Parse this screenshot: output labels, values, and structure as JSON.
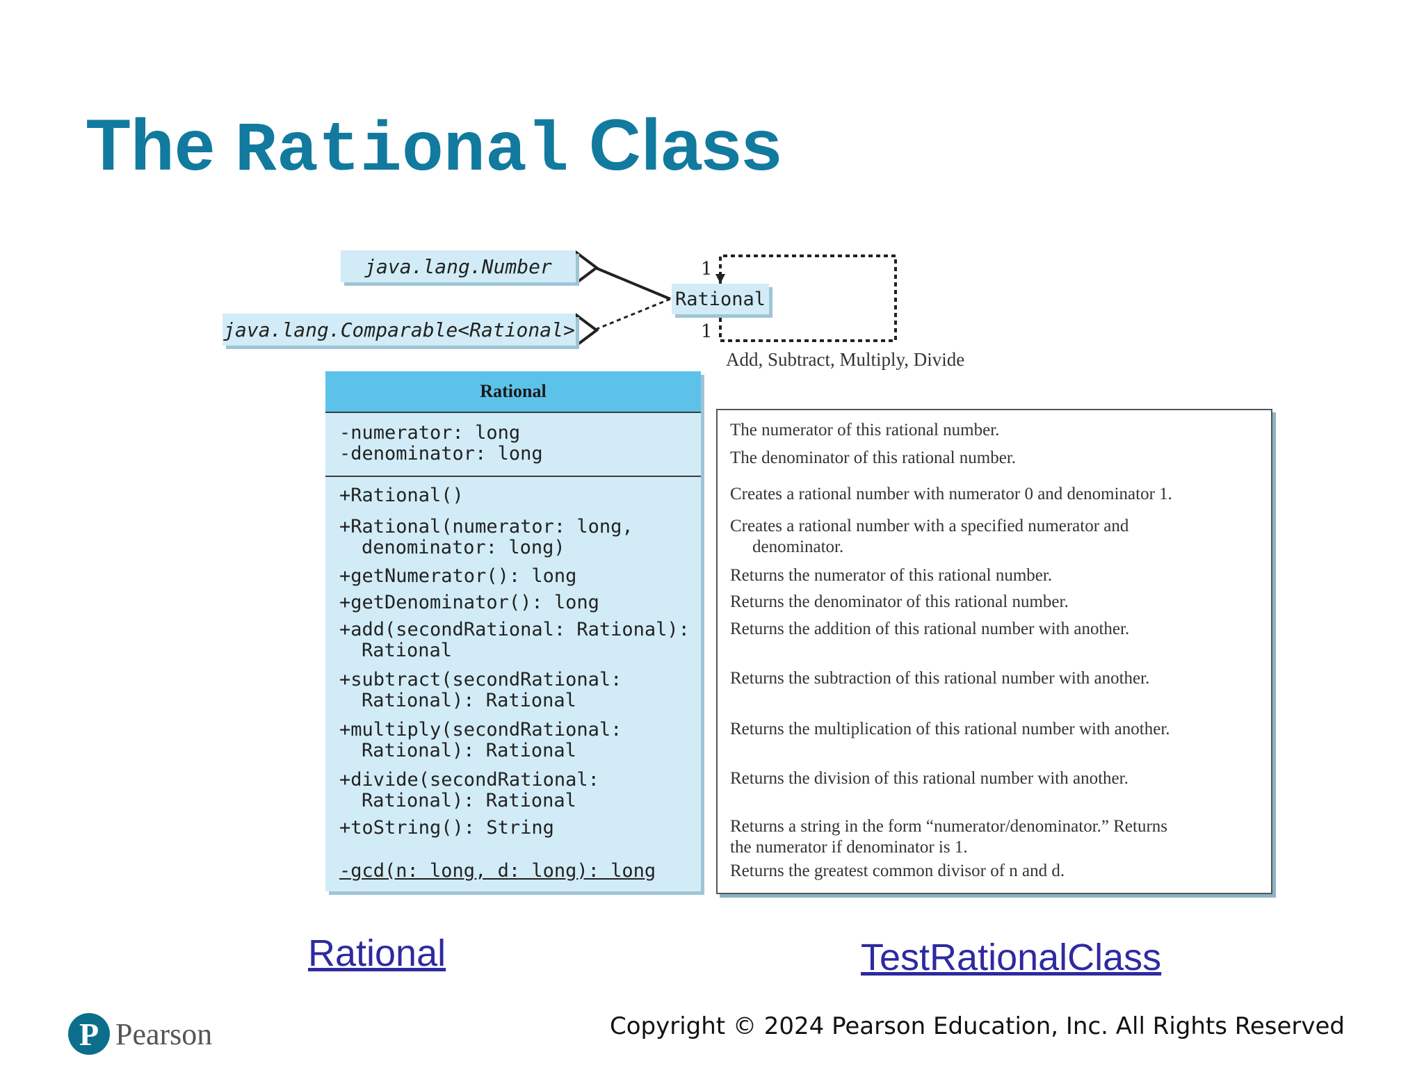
{
  "slide": {
    "title_part1": "The",
    "title_code": "Rational",
    "title_part2": "Class"
  },
  "diagram": {
    "interfaces": {
      "number": "java.lang.Number",
      "comparable": "java.lang.Comparable<Rational>"
    },
    "association": {
      "class_name": "Rational",
      "mult_top": "1",
      "mult_bottom": "1",
      "label": "Add, Subtract, Multiply, Divide"
    },
    "uml": {
      "class_name": "Rational",
      "attributes": [
        "-numerator: long",
        "-denominator: long"
      ],
      "methods": [
        [
          "+Rational()"
        ],
        [
          "+Rational(numerator: long,",
          "denominator: long)"
        ],
        [
          "+getNumerator(): long"
        ],
        [
          "+getDenominator(): long"
        ],
        [
          "+add(secondRational: Rational):",
          "Rational"
        ],
        [
          "+subtract(secondRational:",
          "Rational): Rational"
        ],
        [
          "+multiply(secondRational:",
          "Rational): Rational"
        ],
        [
          "+divide(secondRational:",
          "Rational): Rational"
        ],
        [
          "+toString(): String"
        ],
        [
          "-gcd(n: long, d: long): long"
        ]
      ]
    },
    "descriptions": [
      [
        "The numerator of this rational number."
      ],
      [
        "The denominator of this rational number."
      ],
      [
        "Creates a rational number with numerator 0 and denominator 1."
      ],
      [
        "Creates a rational number with a specified numerator and",
        "denominator."
      ],
      [
        "Returns the numerator of this rational number."
      ],
      [
        "Returns the denominator of this rational number."
      ],
      [
        "Returns the addition of this rational number with another."
      ],
      [
        "Returns the subtraction of this rational number with another."
      ],
      [
        "Returns the multiplication of this rational number with another."
      ],
      [
        "Returns the division of this rational number with another."
      ],
      [
        "Returns a string in the form “numerator/denominator.” Returns",
        "the numerator if denominator is 1."
      ],
      [
        "Returns the greatest common divisor of n and d."
      ]
    ]
  },
  "links": {
    "rational": "Rational",
    "test": "TestRationalClass"
  },
  "footer": {
    "logo_letter": "P",
    "logo_text": "Pearson",
    "copyright": "Copyright © 2024 Pearson Education, Inc. All Rights Reserved"
  }
}
